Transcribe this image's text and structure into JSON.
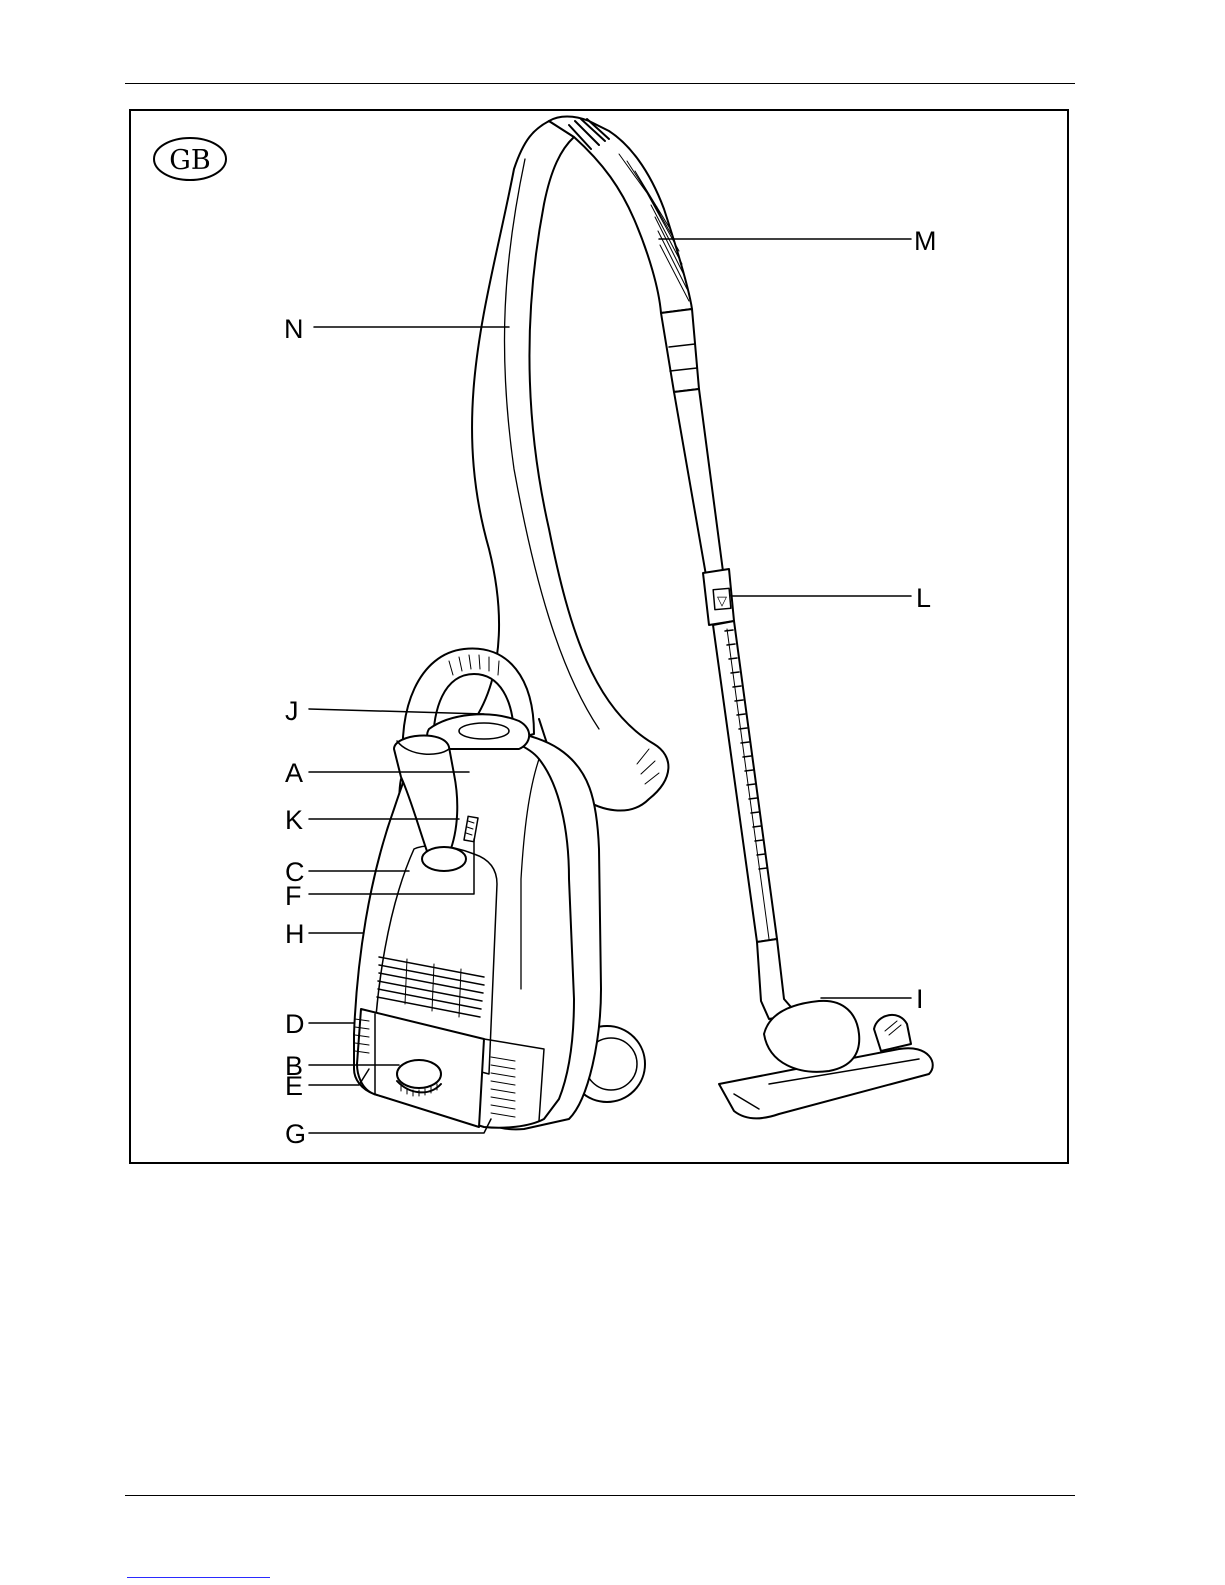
{
  "figure": {
    "region_badge": "GB",
    "callouts": [
      {
        "id": "N",
        "label": "N"
      },
      {
        "id": "M",
        "label": "M"
      },
      {
        "id": "L",
        "label": "L"
      },
      {
        "id": "J",
        "label": "J"
      },
      {
        "id": "A",
        "label": "A"
      },
      {
        "id": "K",
        "label": "K"
      },
      {
        "id": "C",
        "label": "C"
      },
      {
        "id": "F",
        "label": "F"
      },
      {
        "id": "H",
        "label": "H"
      },
      {
        "id": "I",
        "label": "I"
      },
      {
        "id": "D",
        "label": "D"
      },
      {
        "id": "B",
        "label": "B"
      },
      {
        "id": "E",
        "label": "E"
      },
      {
        "id": "G",
        "label": "G"
      }
    ],
    "switch_glyph": "▽"
  }
}
